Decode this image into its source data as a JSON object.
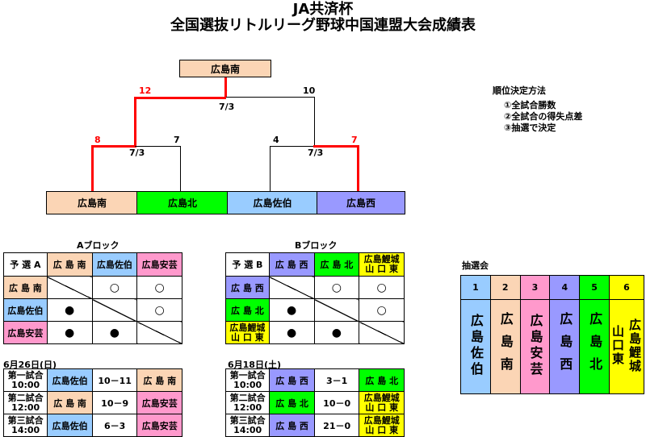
{
  "title_line1": "JA共済杯",
  "title_line2": "全国選抜リトルリーグ野球中国連盟大会成績表",
  "bracket": {
    "champion": "広島南",
    "teams": [
      "広島南",
      "広島北",
      "広島佐伯",
      "広島西"
    ],
    "final": {
      "left_score": "12",
      "right_score": "10",
      "date": "7/3"
    },
    "semi1": {
      "left_score": "8",
      "right_score": "7",
      "date": "7/3"
    },
    "semi2": {
      "left_score": "4",
      "right_score": "7",
      "date": "7/3"
    },
    "colors": {
      "winner_line": "#ff0000"
    }
  },
  "ranking": {
    "title": "順位決定方法",
    "items": [
      "①全試合勝数",
      "②全試合の得失点差",
      "③抽選で決定"
    ]
  },
  "block_a": {
    "title": "Aブロック",
    "corner": "予 選 A",
    "headers": [
      "広 島 南",
      "広島佐伯",
      "広島安芸"
    ],
    "rows": [
      {
        "team": "広 島 南",
        "cells": [
          "",
          "○",
          "○"
        ]
      },
      {
        "team": "広島佐伯",
        "cells": [
          "●",
          "",
          "○"
        ]
      },
      {
        "team": "広島安芸",
        "cells": [
          "●",
          "●",
          ""
        ]
      }
    ],
    "date": "6月26日(日)",
    "games": [
      {
        "label1": "第一試合",
        "label2": "10:00",
        "home": "広島佐伯",
        "score": "10－11",
        "away": "広 島 南"
      },
      {
        "label1": "第二試合",
        "label2": "12:00",
        "home": "広 島 南",
        "score": "10－9",
        "away": "広島安芸"
      },
      {
        "label1": "第三試合",
        "label2": "14:00",
        "home": "広島佐伯",
        "score": "6－3",
        "away": "広島安芸"
      }
    ]
  },
  "block_b": {
    "title": "Bブロック",
    "corner": "予 選 B",
    "headers": [
      "広 島 西",
      "広 島 北",
      "広島鯉城\n山 口 東"
    ],
    "rows": [
      {
        "team": "広 島 西",
        "cells": [
          "",
          "○",
          "○"
        ]
      },
      {
        "team": "広 島 北",
        "cells": [
          "●",
          "",
          "○"
        ]
      },
      {
        "team": "広島鯉城\n山 口 東",
        "cells": [
          "●",
          "●",
          ""
        ]
      }
    ],
    "date": "6月18日(土)",
    "games": [
      {
        "label1": "第一試合",
        "label2": "10:00",
        "home": "広 島 西",
        "score": "3－1",
        "away": "広 島 北"
      },
      {
        "label1": "第二試合",
        "label2": "12:00",
        "home": "広 島 北",
        "score": "10－0",
        "away": "広島鯉城\n山 口 東"
      },
      {
        "label1": "第三試合",
        "label2": "14:00",
        "home": "広 島 西",
        "score": "21－0",
        "away": "広島鯉城\n山 口 東"
      }
    ]
  },
  "lottery": {
    "title": "抽選会",
    "numbers": [
      "1",
      "2",
      "3",
      "4",
      "5",
      "6"
    ],
    "teams": [
      "広島佐伯",
      "広島南",
      "広島安芸",
      "広島西",
      "広島北",
      "広島鯉城\n山口東"
    ]
  }
}
